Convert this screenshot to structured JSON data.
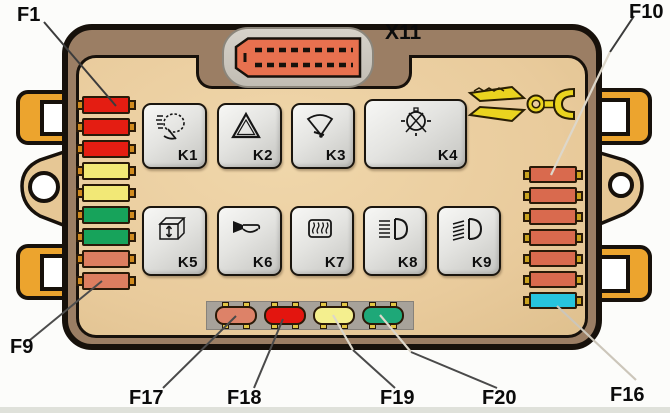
{
  "diagram": {
    "title": "vehicle-fuse-relay-box",
    "connector": {
      "label": "X11"
    },
    "tool_icon": "fuse-puller-icon",
    "relays": [
      {
        "id": "K1",
        "icon": "headlamp-washer-icon"
      },
      {
        "id": "K2",
        "icon": "hazard-warning-icon"
      },
      {
        "id": "K3",
        "icon": "windshield-wiper-icon"
      },
      {
        "id": "K4",
        "icon": "lamp-check-icon"
      },
      {
        "id": "K5",
        "icon": "power-window-icon"
      },
      {
        "id": "K6",
        "icon": "horn-icon"
      },
      {
        "id": "K7",
        "icon": "heated-rear-window-icon"
      },
      {
        "id": "K8",
        "icon": "high-beam-icon"
      },
      {
        "id": "K9",
        "icon": "low-beam-icon"
      }
    ],
    "fuse_labels": {
      "f1": "F1",
      "f9": "F9",
      "f10": "F10",
      "f16": "F16"
    },
    "left_fuse_colors": [
      "#e41d12",
      "#e41d12",
      "#e41d12",
      "#f2e876",
      "#f2e876",
      "#17a35b",
      "#17a35b",
      "#dd7e60",
      "#dd7e60"
    ],
    "right_fuse_colors": [
      "#d96a4e",
      "#d96a4e",
      "#d96a4e",
      "#d96a4e",
      "#d96a4e",
      "#d96a4e",
      "#27c4dd"
    ],
    "bottom_fuses": [
      {
        "label": "F17",
        "color": "#dd8268"
      },
      {
        "label": "F18",
        "color": "#e3150f"
      },
      {
        "label": "F19",
        "color": "#f4ef8e"
      },
      {
        "label": "F20",
        "color": "#1ea878"
      }
    ],
    "colors": {
      "body_brown": "#9b7e64",
      "panel_tan": "#e9cb9c",
      "connector_salmon": "#e8714f",
      "bracket_orange": "#eca42e",
      "relay_gray": "#e2e2df",
      "tool_yellow": "#ead41f"
    }
  }
}
